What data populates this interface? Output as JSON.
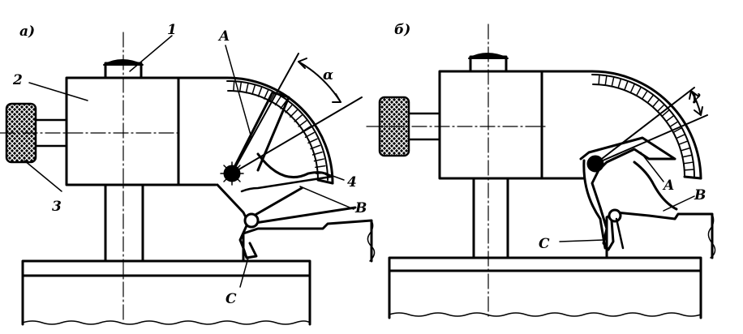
{
  "figure_a": {
    "panel_label": "а)",
    "labels": {
      "part1": "1",
      "part2": "2",
      "part3": "3",
      "part4": "4",
      "point_a": "A",
      "point_b": "B",
      "point_c": "C",
      "angle": "α"
    }
  },
  "figure_b": {
    "panel_label": "б)",
    "labels": {
      "point_a": "A",
      "point_b": "B",
      "point_c": "C",
      "angle": "γ"
    }
  }
}
